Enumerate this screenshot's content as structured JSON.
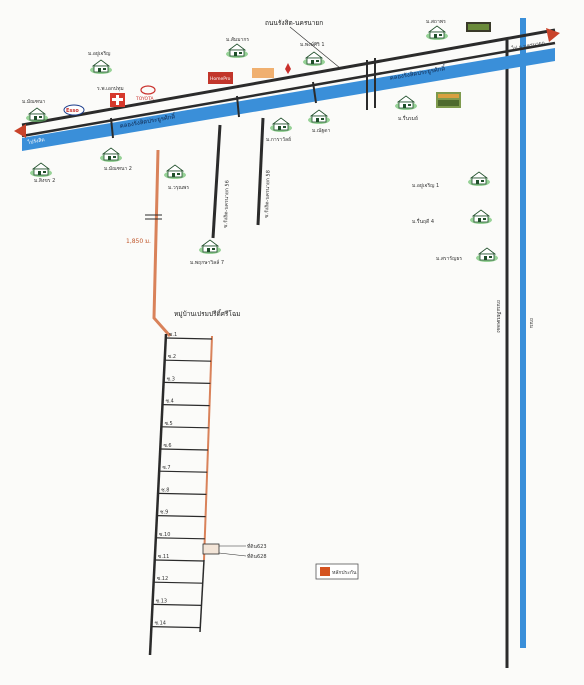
{
  "roads": {
    "main_road_label": "ถนนรังสิต-นครนายก",
    "canal_label_left": "คลองรังสิตประยูรศักดิ์",
    "canal_label_right": "คลองรังสิตประยูรศักดิ์",
    "soi_a": "ซ.รังสิต-นครนายก 56",
    "soi_b": "ซ.รังสิต-นครนายก 58",
    "right_road_a": "ถนนเลียบคลอง",
    "right_road_b": "ถนน",
    "left_end_label": "ไปรังสิต",
    "right_end_label": "ไป จ.นครนายก",
    "distance_label": "1,850 ม."
  },
  "brands": {
    "esso": "Esso",
    "toyota": "TOYOTA",
    "homepro": "HomePro",
    "supermarket": "",
    "hospital": "ร.พ.เอกปทุม"
  },
  "villages": [
    {
      "id": "moo-manthana",
      "name": "ม.มัณฑนา"
    },
    {
      "id": "moo-yujaroen",
      "name": "ม.อยู่เจริญ"
    },
    {
      "id": "moo-sinthani2",
      "name": "ม.สิงขร 2"
    },
    {
      "id": "moo-manthana2",
      "name": "ม.มัณฑนา 2"
    },
    {
      "id": "moo-warunphon",
      "name": "ม.วรุณพร"
    },
    {
      "id": "moo-pruksa7",
      "name": "ม.พฤกษาวิลล์ 7"
    },
    {
      "id": "moo-sammakorn",
      "name": "ม.สัมมากร"
    },
    {
      "id": "moo-phongsiri1",
      "name": "ม.พงษ์ศิริ 1"
    },
    {
      "id": "moo-karawan",
      "name": "ม.การาวัลย์"
    },
    {
      "id": "moo-natda",
      "name": "ม.ณัฐดา"
    },
    {
      "id": "moo-sathaporn",
      "name": "ม.สถาพร"
    },
    {
      "id": "moo-ruenrong",
      "name": "ม.รื่นรมย์"
    },
    {
      "id": "moo-yujaroen1",
      "name": "ม.อยู่เจริญ 1"
    },
    {
      "id": "moo-ruenruedee4",
      "name": "ม.รื่นฤดี 4"
    },
    {
      "id": "moo-saranya",
      "name": "ม.สรารัญธร"
    }
  ],
  "project": {
    "title": "หมู่บ้านเปรมปรีดิ์ศรีโฉม",
    "sois": [
      "ซ.1",
      "ซ.2",
      "ซ.3",
      "ซ.4",
      "ซ.5",
      "ซ.6",
      "ซ.7",
      "ซ.8",
      "ซ.9",
      "ซ.10",
      "ซ.11",
      "ซ.12",
      "ซ.13",
      "ซ.14"
    ],
    "plot_a": "ที่ดิน623",
    "plot_b": "ที่ดิน628"
  },
  "legend": {
    "label": "หลักประกัน",
    "color": "#d4531f"
  },
  "colors": {
    "canal": "#3a8fd9",
    "road": "#2b2b2b",
    "route": "#d9825a",
    "house": "#2f8a3f"
  }
}
